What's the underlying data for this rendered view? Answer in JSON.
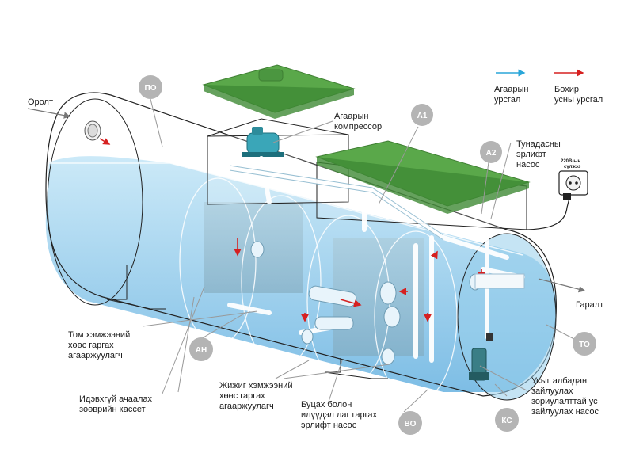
{
  "labels": {
    "inlet": "Оролт",
    "outlet": "Гаралт",
    "compressor": [
      "Агаарын",
      "компрессор"
    ],
    "airlift_sediment": [
      "Тунадасны",
      "эрлифт",
      "насос"
    ],
    "socket": [
      "220В-ын",
      "сүлжээ"
    ],
    "aerator_large": [
      "Том хэмжээний",
      "хөөс гаргах",
      "агааржуулагч"
    ],
    "cassette": [
      "Идэвхгүй ачаалах",
      "зөөврийн кассет"
    ],
    "aerator_small": [
      "Жижиг хэмжээний",
      "хөөс гаргах",
      "агааржуулагч"
    ],
    "return_airlift": [
      "Буцах болон",
      "илүүдэл лаг гаргах",
      "эрлифт насос"
    ],
    "drain_pump": [
      "Усыг албадан",
      "зайлуулах",
      "зориулалттай ус",
      "зайлуулах насос"
    ]
  },
  "legend": {
    "air": [
      "Агаарын",
      "урсгал"
    ],
    "waste": [
      "Бохир",
      "усны урсгал"
    ]
  },
  "badges": {
    "po": "ПО",
    "a1": "А1",
    "a2": "А2",
    "an": "АН",
    "vo": "ВО",
    "ks": "КС",
    "to": "ТО"
  },
  "colors": {
    "water": "#9fd3ef",
    "lid": "#5aa84a",
    "badge": "#b4b4b4",
    "air_arrow": "#2aa6d9",
    "water_arrow": "#d62020"
  }
}
